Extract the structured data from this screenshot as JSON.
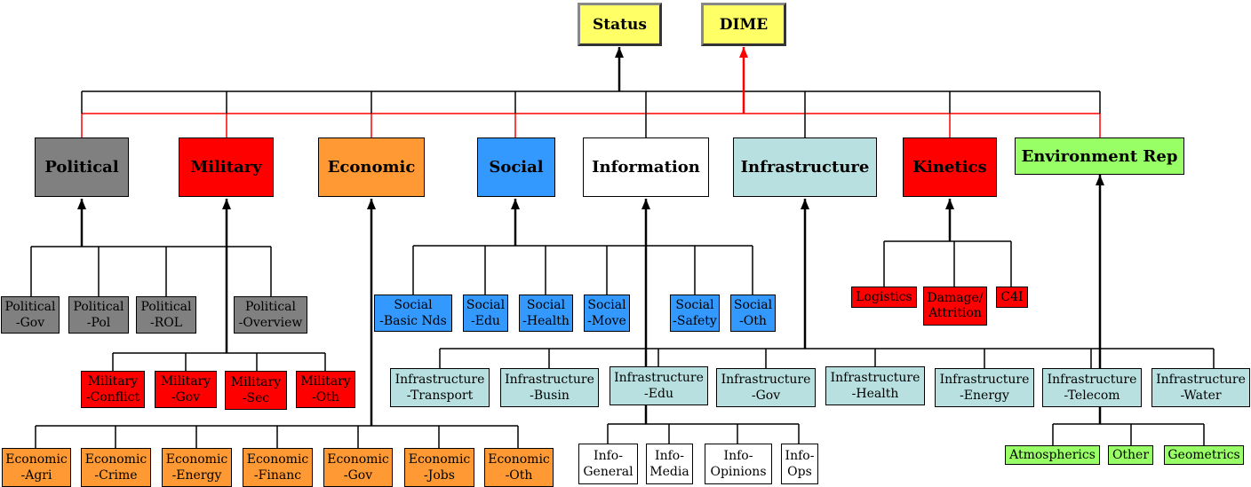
{
  "top": {
    "status": "Status",
    "dime": "DIME"
  },
  "categories": {
    "political": "Political",
    "military": "Military",
    "economic": "Economic",
    "social": "Social",
    "information": "Information",
    "infrastructure": "Infrastructure",
    "kinetics": "Kinetics",
    "environment": "Environment Rep"
  },
  "political_subs": [
    "Political\n-Gov",
    "Political\n-Pol",
    "Political\n-ROL",
    "Political\n-Overview"
  ],
  "military_subs": [
    "Military\n-Conflict",
    "Military\n-Gov",
    "Military\n-Sec",
    "Military\n-Oth"
  ],
  "economic_subs": [
    "Economic\n-Agri",
    "Economic\n-Crime",
    "Economic\n-Energy",
    "Economic\n-Financ",
    "Economic\n-Gov",
    "Economic\n-Jobs",
    "Economic\n-Oth"
  ],
  "social_subs": [
    "Social\n-Basic Nds",
    "Social\n-Edu",
    "Social\n-Health",
    "Social\n-Move",
    "Social\n-Safety",
    "Social\n-Oth"
  ],
  "information_subs": [
    "Info-\nGeneral",
    "Info-\nMedia",
    "Info-\nOpinions",
    "Info-\nOps"
  ],
  "infrastructure_subs": [
    "Infrastructure\n-Transport",
    "Infrastructure\n-Busin",
    "Infrastructure\n-Edu",
    "Infrastructure\n-Gov",
    "Infrastructure\n-Health",
    "Infrastructure\n-Energy",
    "Infrastructure\n-Telecom",
    "Infrastructure\n-Water"
  ],
  "kinetics_subs": [
    "Logistics",
    "Damage/\nAttrition",
    "C4I"
  ],
  "environment_subs": [
    "Atmospherics",
    "Other",
    "Geometrics"
  ],
  "colors": {
    "political": "#808080",
    "military": "#ff0000",
    "economic": "#ff9933",
    "social": "#3399ff",
    "information": "#ffffff",
    "infrastructure": "#b8e0e0",
    "kinetics": "#ff0000",
    "environment": "#99ff66",
    "top": "#ffff66",
    "dime_link": "#ff0000"
  }
}
